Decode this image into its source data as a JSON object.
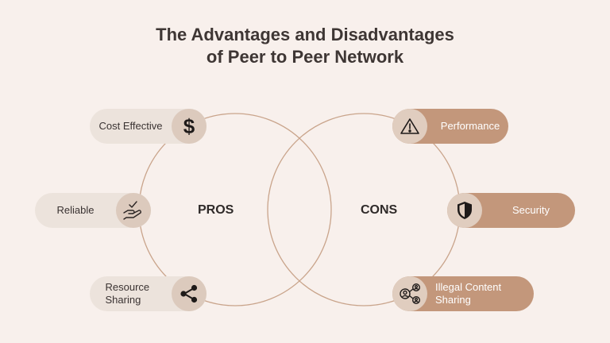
{
  "title": {
    "line1": "The Advantages and Disadvantages",
    "line2": "of Peer to Peer Network"
  },
  "pros": {
    "label": "PROS",
    "items": [
      {
        "label": "Cost Effective",
        "icon": "dollar-icon"
      },
      {
        "label": "Reliable",
        "icon": "hand-check-icon"
      },
      {
        "label": "Resource Sharing",
        "icon": "share-icon"
      }
    ]
  },
  "cons": {
    "label": "CONS",
    "items": [
      {
        "label": "Performance",
        "icon": "warning-icon"
      },
      {
        "label": "Security",
        "icon": "shield-icon"
      },
      {
        "label": "Illegal Content Sharing",
        "icon": "users-network-icon"
      }
    ]
  },
  "colors": {
    "background": "#f8f0ec",
    "pro_pill": "#ece3dc",
    "pro_icon_circle": "#dccabd",
    "con_pill": "#c3977b",
    "con_icon_circle": "#e0cdbf",
    "circle_stroke": "#c9a48b"
  }
}
